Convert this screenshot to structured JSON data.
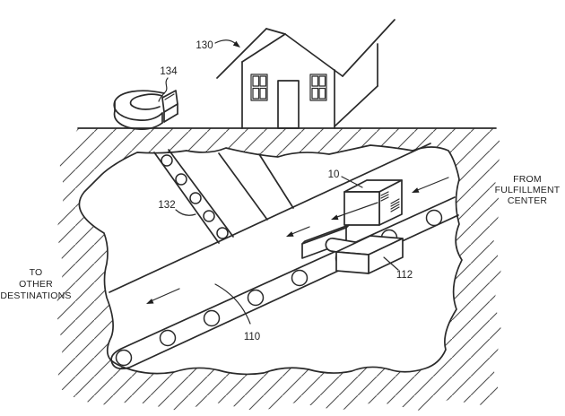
{
  "figure": {
    "background": "#ffffff",
    "ink_color": "#2a2a2a",
    "hatch_color": "#4f4f4f"
  },
  "labels": {
    "house": "130",
    "street_chute": "134",
    "branch_conveyor": "132",
    "main_conveyor": "110",
    "diverter": "112",
    "package": "10"
  },
  "captions": {
    "left": {
      "line1": "TO",
      "line2": "OTHER",
      "line3": "DESTINATIONS"
    },
    "right": {
      "line1": "FROM",
      "line2": "FULFILLMENT",
      "line3": "CENTER"
    }
  }
}
